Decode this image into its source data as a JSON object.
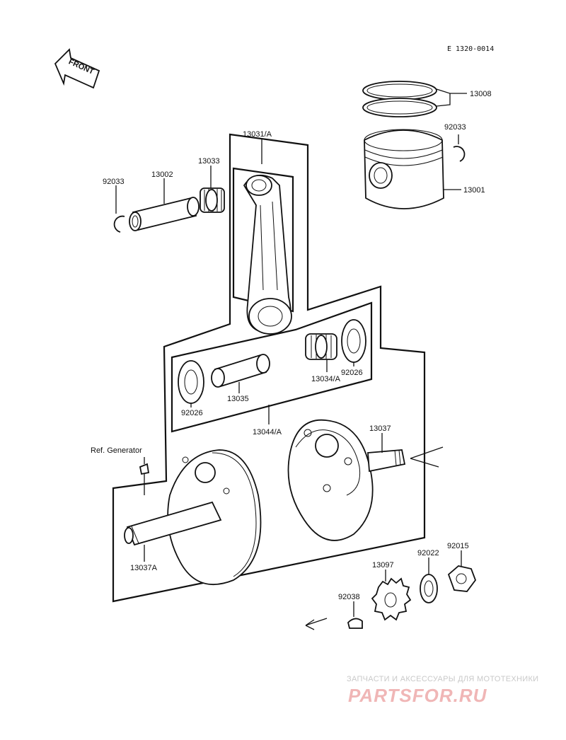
{
  "diagram": {
    "drawing_code": "E 1320-0014",
    "front_label": "FRONT",
    "labels": {
      "ring_set": "13008",
      "circlip_piston": "92033",
      "piston": "13001",
      "conrod": "13031/A",
      "bearing_small_end": "13033",
      "piston_pin": "13002",
      "circlip_left": "92033",
      "bearing_big_end": "13034/A",
      "washer_right": "92026",
      "washer_left": "92026",
      "crankpin": "13035",
      "crankshaft_assy": "13044/A",
      "crank_right": "13037",
      "ref_generator": "Ref. Generator",
      "crank_left": "13037A",
      "nut": "92015",
      "washer_nut": "92022",
      "gear": "13097",
      "key": "92038"
    },
    "watermark": {
      "line1": "ЗАПЧАСТИ И АКСЕССУАРЫ ДЛЯ МОТОТЕХНИКИ",
      "line2": "PARTSFOR.RU"
    }
  }
}
